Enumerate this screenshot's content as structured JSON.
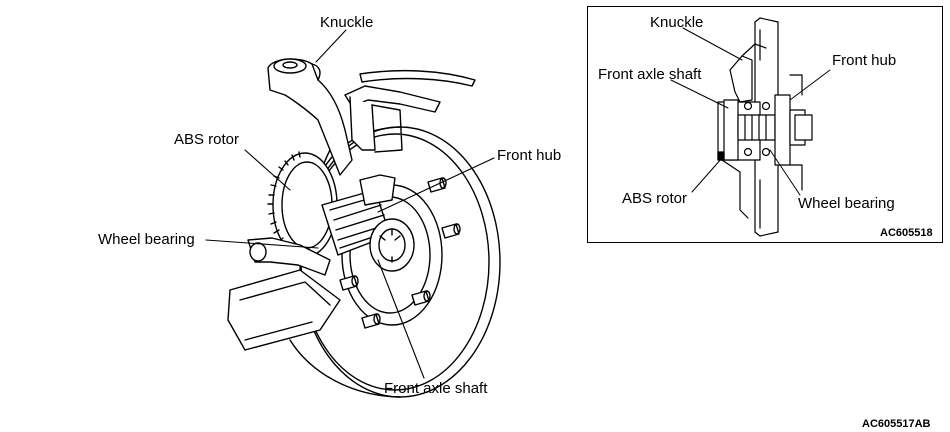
{
  "main_figure": {
    "labels": {
      "knuckle": "Knuckle",
      "abs_rotor": "ABS rotor",
      "front_hub": "Front hub",
      "wheel_bearing": "Wheel bearing",
      "front_axle_shaft": "Front axle shaft"
    },
    "figure_code": "AC605517AB"
  },
  "inset_figure": {
    "labels": {
      "knuckle": "Knuckle",
      "front_axle_shaft": "Front axle shaft",
      "front_hub": "Front hub",
      "abs_rotor": "ABS rotor",
      "wheel_bearing": "Wheel bearing"
    },
    "figure_code": "AC605518"
  }
}
